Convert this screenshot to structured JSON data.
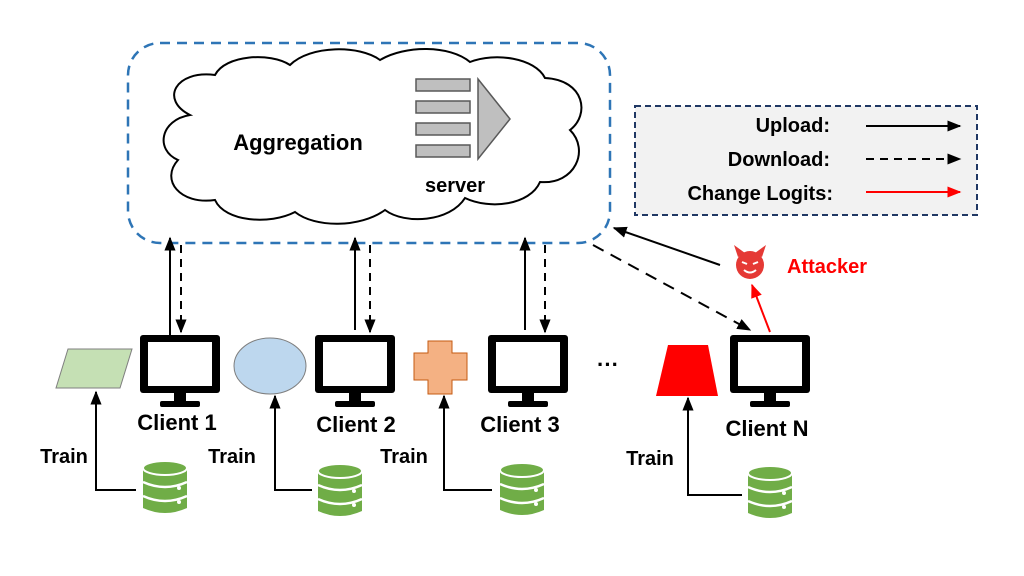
{
  "server": {
    "aggregation_label": "Aggregation",
    "server_label": "server"
  },
  "legend": {
    "upload_label": "Upload:",
    "download_label": "Download:",
    "change_logits_label": "Change Logits:"
  },
  "attacker": {
    "label": "Attacker",
    "icon": "devil-face-icon"
  },
  "clients": [
    {
      "label": "Client 1",
      "train_label": "Train",
      "data_shape": "parallelogram",
      "shape_color": "#c5e0b4"
    },
    {
      "label": "Client 2",
      "train_label": "Train",
      "data_shape": "ellipse",
      "shape_color": "#bdd7ee"
    },
    {
      "label": "Client 3",
      "train_label": "Train",
      "data_shape": "cross",
      "shape_color": "#f4b183"
    },
    {
      "label": "Client N",
      "train_label": "Train",
      "data_shape": "trapezoid",
      "shape_color": "#ff0000"
    }
  ],
  "ellipsis": "···",
  "colors": {
    "boundary_blue": "#2e75b6",
    "legend_border": "#203864",
    "legend_fill": "#f2f2f2",
    "attack_red": "#ff0000",
    "database_green": "#70ad47"
  }
}
